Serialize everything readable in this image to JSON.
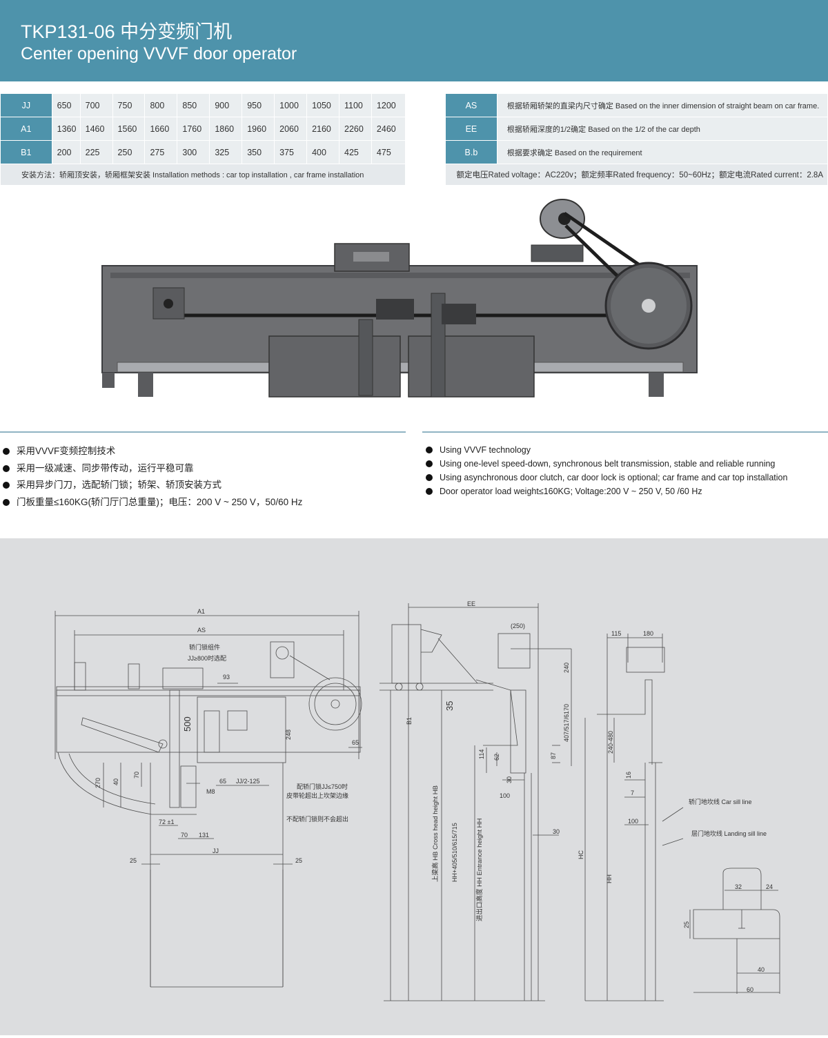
{
  "header": {
    "title": "TKP131-06 中分变频门机",
    "subtitle": "Center opening VVVF door operator"
  },
  "left_table": {
    "rows": [
      {
        "label": "JJ",
        "values": [
          "650",
          "700",
          "750",
          "800",
          "850",
          "900",
          "950",
          "1000",
          "1050",
          "1100",
          "1200"
        ]
      },
      {
        "label": "A1",
        "values": [
          "1360",
          "1460",
          "1560",
          "1660",
          "1760",
          "1860",
          "1960",
          "2060",
          "2160",
          "2260",
          "2460"
        ]
      },
      {
        "label": "B1",
        "values": [
          "200",
          "225",
          "250",
          "275",
          "300",
          "325",
          "350",
          "375",
          "400",
          "425",
          "475"
        ]
      }
    ],
    "note": "安装方法：轿厢顶安装，轿厢框架安装 Installation methods : car top installation , car frame installation"
  },
  "right_table": {
    "rows": [
      {
        "label": "AS",
        "value": "根据轿厢轿架的直梁内尺寸确定 Based on the inner dimension of straight beam on car frame."
      },
      {
        "label": "EE",
        "value": "根据轿厢深度的1/2确定 Based on the 1/2 of the car depth"
      },
      {
        "label": "B.b",
        "value": "根据要求确定 Based on the requirement"
      }
    ],
    "note": "额定电压Rated voltage：AC220v；额定频率Rated frequency：50~60Hz；额定电流Rated current：2.8A"
  },
  "features_cn": [
    "采用VVVF变频控制技术",
    "采用一级减速、同步带传动，运行平稳可靠",
    "采用异步门刀，选配轿门锁；轿架、轿顶安装方式",
    "门板重量≤160KG(轿门厅门总重量)；电压：200 V ~ 250 V，50/60 Hz"
  ],
  "features_en": [
    "Using VVVF technology",
    "Using one-level speed-down, synchronous belt transmission, stable and reliable running",
    "Using asynchronous door clutch, car door lock is optional; car frame and car top installation",
    "Door operator load weight≤160KG; Voltage:200 V ~ 250 V, 50 /60 Hz"
  ],
  "drawing_labels": {
    "a1": "A1",
    "as": "AS",
    "lock_assembly": "轿门锁组件",
    "lock_optional": "JJ≥800时选配",
    "d93": "93",
    "d500": "500",
    "d248": "248",
    "d65a": "65",
    "d270": "270",
    "d40": "40",
    "d70a": "70",
    "m8": "M8",
    "d65b": "65",
    "jj125": "JJ/2-125",
    "note_lock1": "配轿门锁JJ≤750时",
    "note_lock2": "皮带轮超出上坎架边缘",
    "note_lock3": "不配轿门锁则不会超出",
    "d72": "72 ±1",
    "d70b": "70",
    "d131": "131",
    "jj": "JJ",
    "d25a": "25",
    "d25b": "25",
    "ee": "EE",
    "d250": "(250)",
    "d240": "240",
    "b1": "B1",
    "d35": "35",
    "d407": "407/517/6170",
    "d114": "114",
    "d62": "62",
    "d87": "87",
    "d30a": "30",
    "d100a": "100",
    "hb": "上梁高 HB Cross head height HB",
    "hh405": "HH+405/510/615/715",
    "hh_entrance": "进出口高度 HH Entrance height HH",
    "d30b": "30",
    "d115": "115",
    "d180": "180",
    "d240_480": "240-480",
    "d16": "16",
    "d7": "7",
    "d100b": "100",
    "car_sill": "轿门地坎线 Car sill line",
    "landing_sill": "层门地坎线 Landing sill line",
    "hc": "HC",
    "hh": "HH",
    "d32": "32",
    "d24": "24",
    "d25c": "25",
    "d40b": "40",
    "d60": "60"
  }
}
